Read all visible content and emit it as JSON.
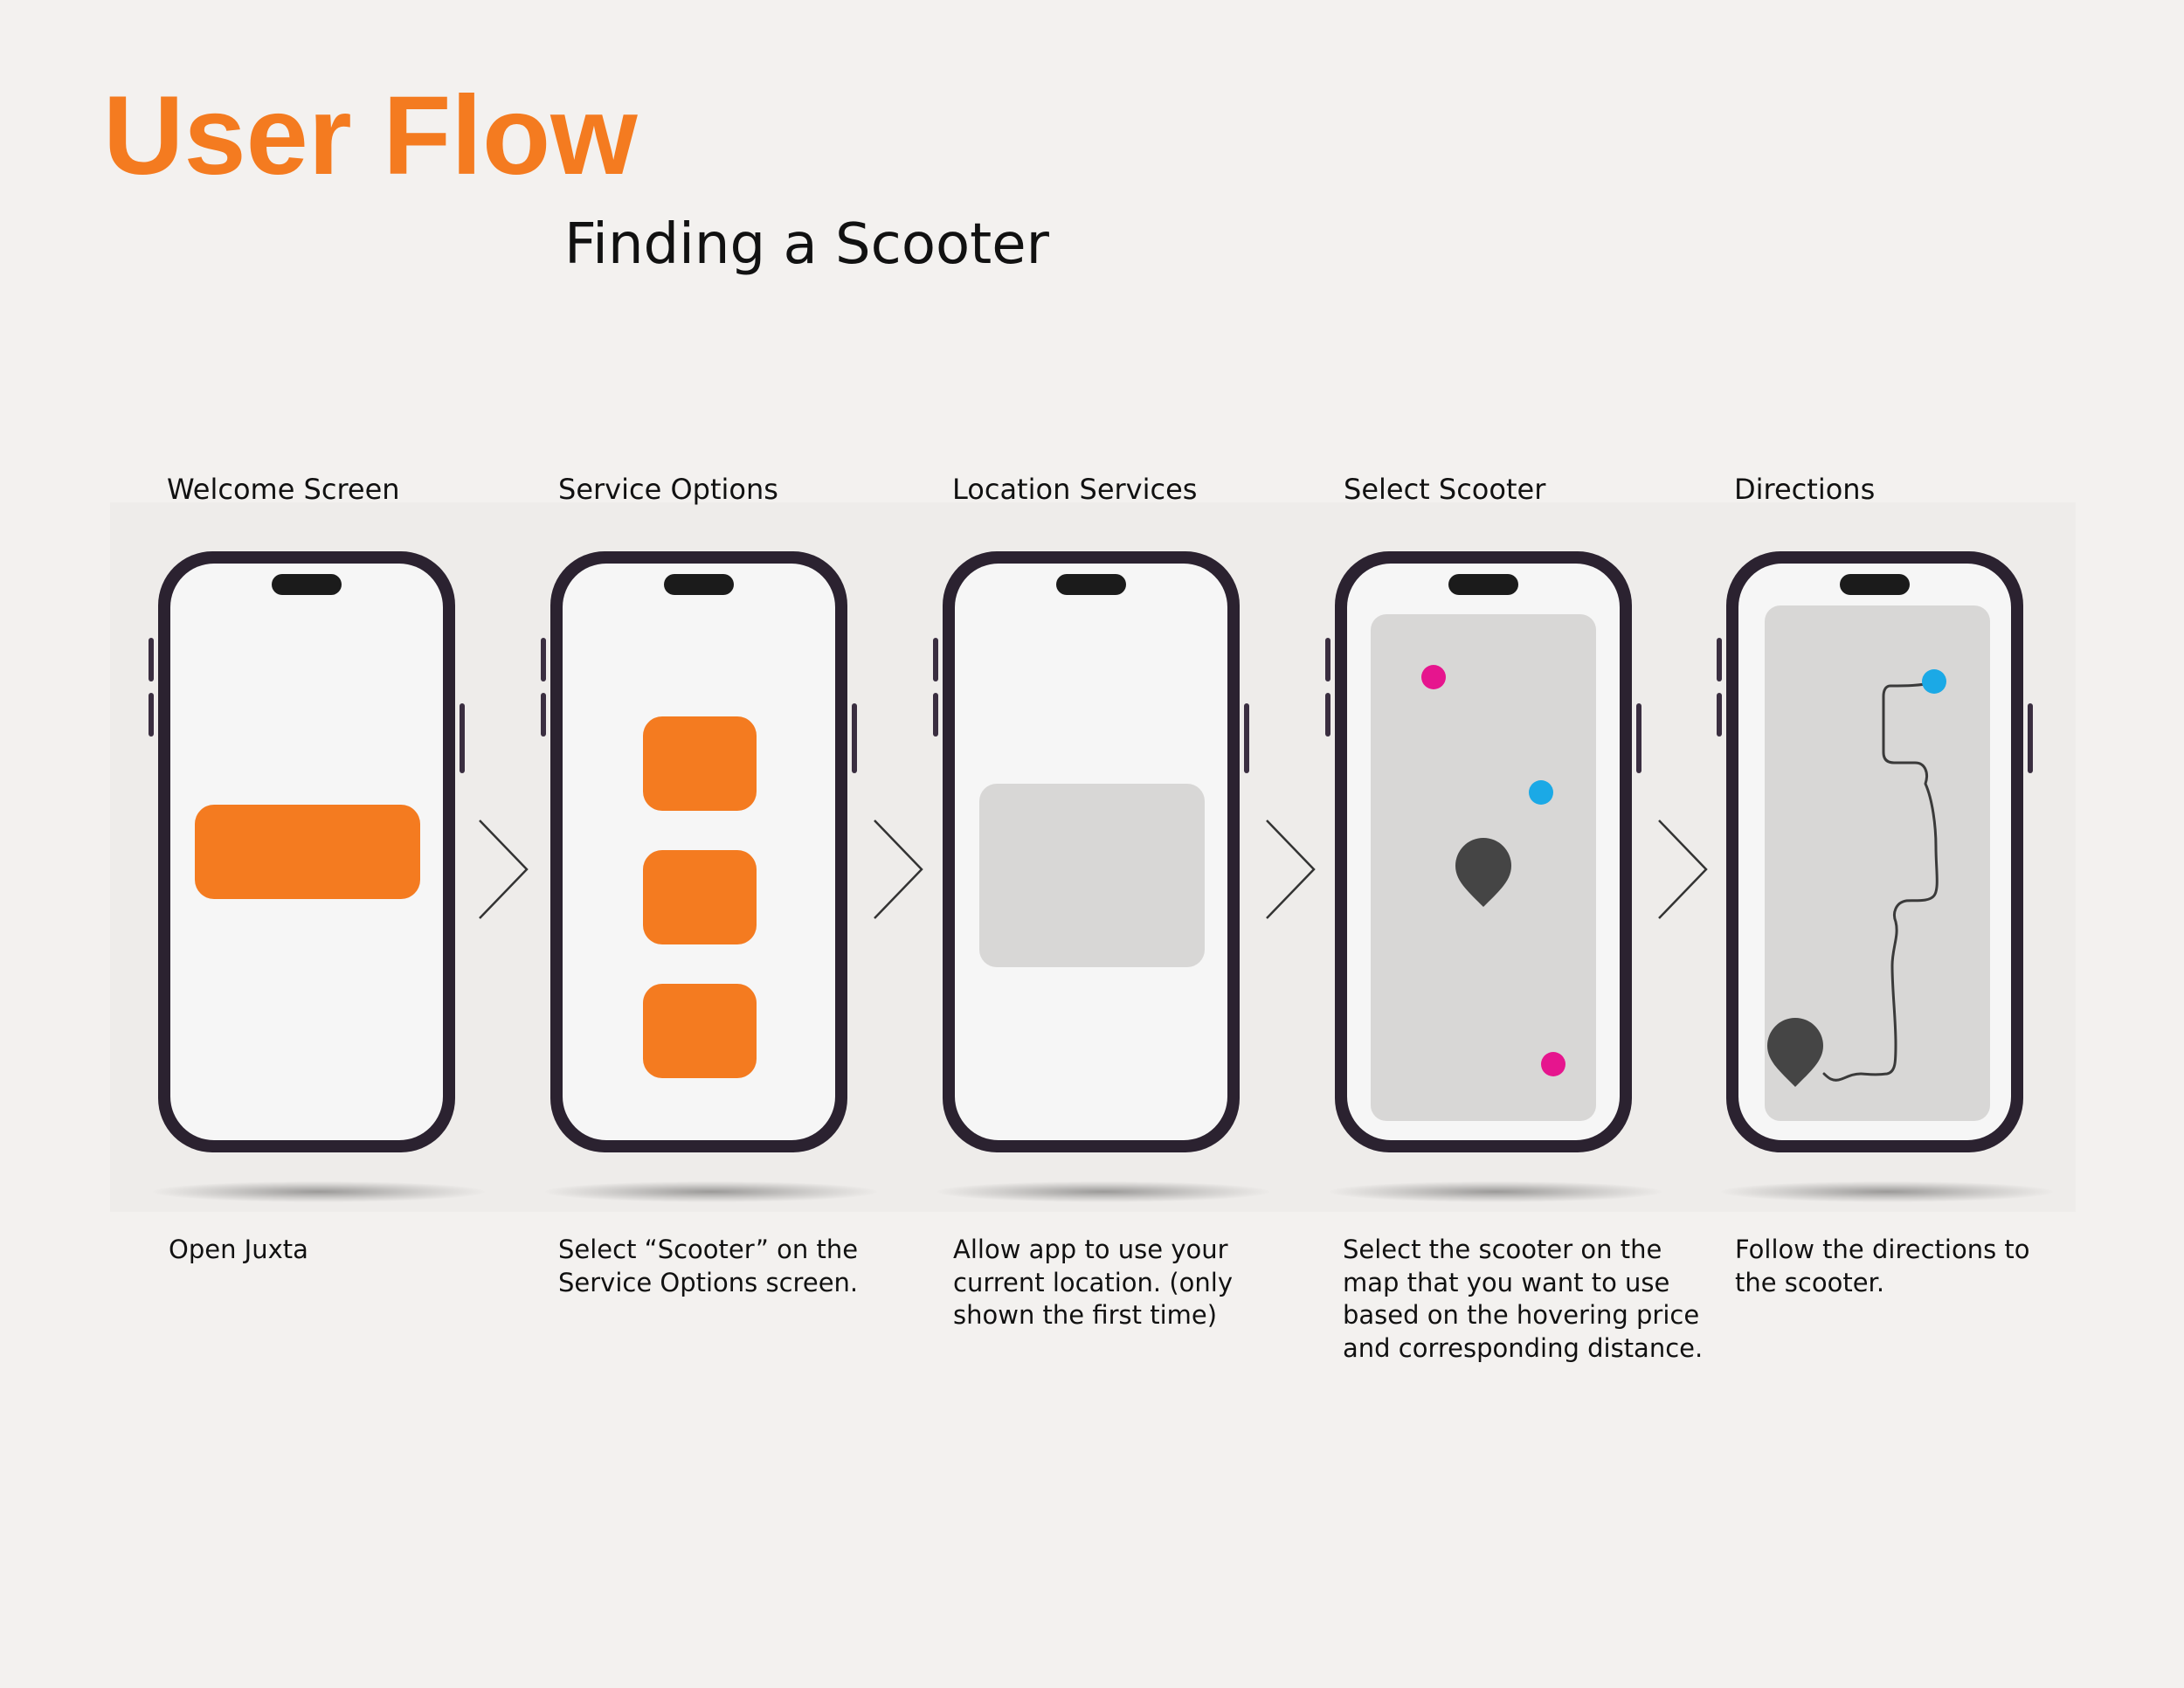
{
  "header": {
    "title": "User Flow",
    "subtitle": "Finding a Scooter"
  },
  "colors": {
    "accent": "#f47b20",
    "background": "#f3f1ef",
    "phone_frame": "#2b2230",
    "map_gray": "#d8d7d6",
    "pin": "#454545",
    "dot_magenta": "#e6158e",
    "dot_blue": "#1ba9e6"
  },
  "steps": [
    {
      "label": "Welcome Screen",
      "description": [
        "Open Juxta"
      ]
    },
    {
      "label": "Service Options",
      "description": [
        "Select “Scooter” on the",
        "Service Options screen."
      ]
    },
    {
      "label": "Location Services",
      "description": [
        "Allow app to use your",
        "current location. (only",
        "shown the first time)"
      ]
    },
    {
      "label": "Select Scooter",
      "description": [
        "Select the scooter on the",
        "map that you want to use",
        "based on the hovering price",
        "and corresponding distance."
      ]
    },
    {
      "label": "Directions",
      "description": [
        "Follow the directions to",
        "the scooter."
      ]
    }
  ],
  "icons": {
    "arrow": "chevron-right-icon",
    "pin": "location-pin-icon"
  }
}
